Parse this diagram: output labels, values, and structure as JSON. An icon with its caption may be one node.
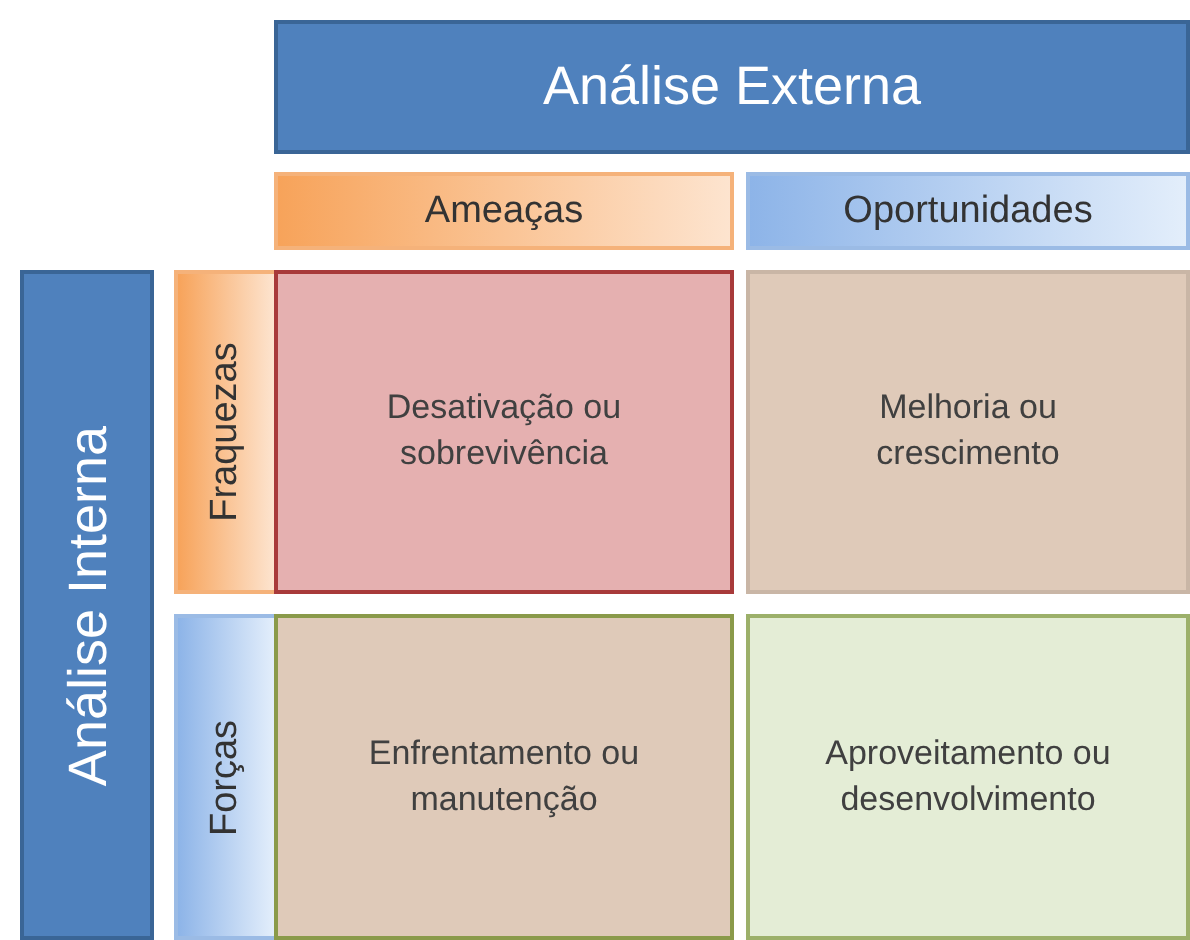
{
  "diagram": {
    "nodes": [
      {
        "text": [
          "Análise Externa"
        ]
      },
      {
        "text": [
          "Ameaças"
        ]
      },
      {
        "text": [
          "Oportunidades"
        ]
      },
      {
        "text": [
          "Análise Interna"
        ]
      },
      {
        "text": [
          "Fraquezas"
        ]
      },
      {
        "text": [
          "Forças"
        ]
      },
      {
        "text": [
          "Desativação ou sobrevivência"
        ]
      },
      {
        "text": [
          "Melhoria ou crescimento"
        ]
      },
      {
        "text": [
          "Enfrentamento ou manutenção"
        ]
      },
      {
        "text": [
          "Aproveitamento ou desenvolvimento"
        ]
      }
    ]
  }
}
